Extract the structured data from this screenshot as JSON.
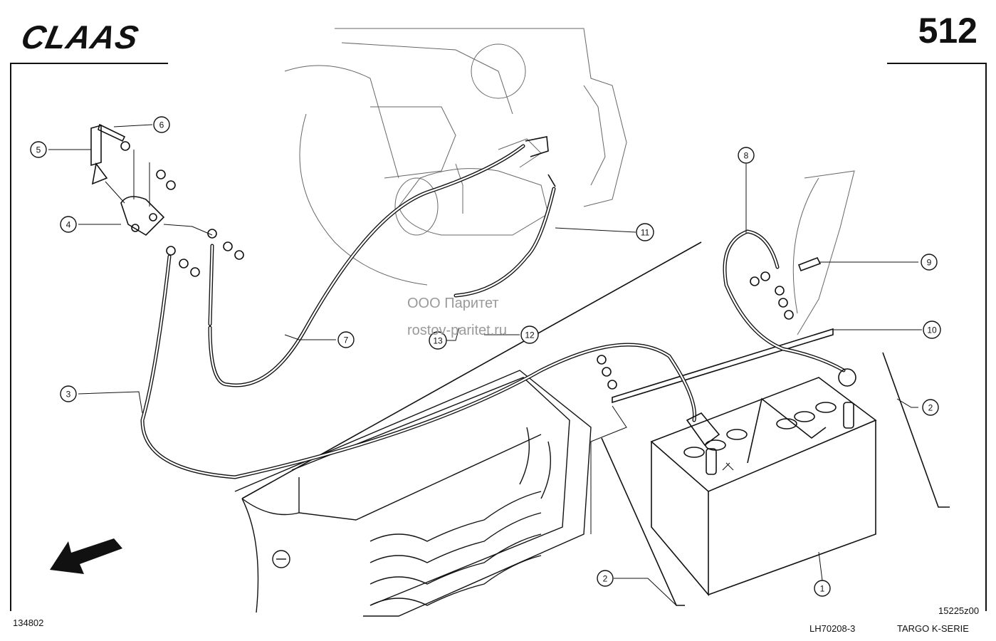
{
  "header": {
    "brand_logo_text": "CLAAS",
    "page_number": "512"
  },
  "footer": {
    "left_code": "134802",
    "drawing_code": "15225z00",
    "document_code": "LH70208-3",
    "series_name": "TARGO K-SERIE"
  },
  "watermark": {
    "line1": "ООО Паритет",
    "line2": "rostov-paritet.ru"
  },
  "callouts": [
    {
      "id": "c1",
      "label": "1"
    },
    {
      "id": "c2a",
      "label": "2"
    },
    {
      "id": "c2b",
      "label": "2"
    },
    {
      "id": "c3",
      "label": "3"
    },
    {
      "id": "c4",
      "label": "4"
    },
    {
      "id": "c5",
      "label": "5"
    },
    {
      "id": "c6",
      "label": "6"
    },
    {
      "id": "c7",
      "label": "7"
    },
    {
      "id": "c8",
      "label": "8"
    },
    {
      "id": "c9",
      "label": "9"
    },
    {
      "id": "c10",
      "label": "10"
    },
    {
      "id": "c11",
      "label": "11"
    },
    {
      "id": "c12",
      "label": "12"
    },
    {
      "id": "c13",
      "label": "13"
    }
  ]
}
